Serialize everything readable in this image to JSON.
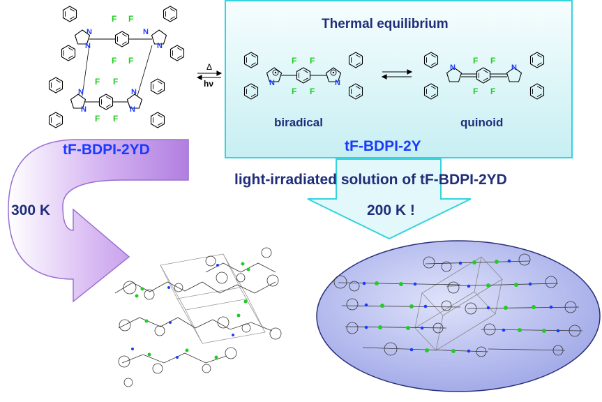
{
  "labels": {
    "thermal_title": "Thermal equilibrium",
    "biradical": "biradical",
    "quinoid": "quinoid",
    "compound_y": "tF-BDPI-2Y",
    "compound_yd": "tF-BDPI-2YD",
    "light_solution": "light-irradiated solution of tF-BDPI-2YD",
    "temp_300": "300 K",
    "temp_200": "200 K !",
    "delta": "Δ",
    "hv": "hν",
    "fluorine": "F",
    "nitrogen": "N"
  },
  "colors": {
    "navy_text": "#1f2d7a",
    "fluorine_green": "#22cc22",
    "nitrogen_blue": "#1a3aff",
    "thermal_box_fill": "#dff6f8",
    "thermal_box_stroke": "#34d3dd",
    "purple_arrow": "#b98ae0",
    "ellipse_fill": "#b9bfee",
    "ellipse_stroke": "#2a2f7a"
  }
}
